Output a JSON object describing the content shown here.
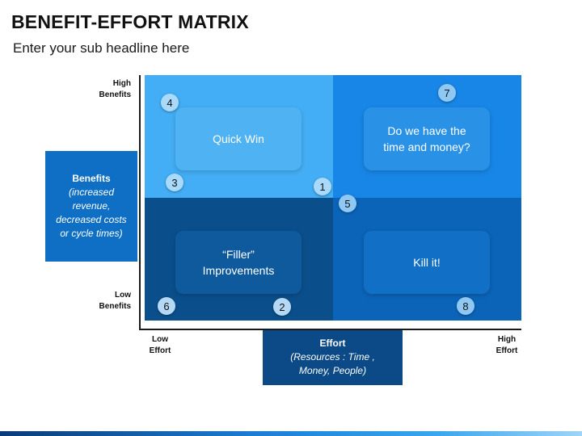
{
  "header": {
    "title": "BENEFIT-EFFORT MATRIX",
    "subtitle": "Enter your sub headline here"
  },
  "y_axis": {
    "top_label_line1": "High",
    "top_label_line2": "Benefits",
    "bottom_label_line1": "Low",
    "bottom_label_line2": "Benefits",
    "box_title": "Benefits",
    "box_desc_lines": [
      "(increased",
      "revenue,",
      "decreased costs",
      "or cycle times)"
    ]
  },
  "x_axis": {
    "left_label_line1": "Low",
    "left_label_line2": "Effort",
    "right_label_line1": "High",
    "right_label_line2": "Effort",
    "box_title": "Effort",
    "box_desc_lines": [
      "(Resources : Time ,",
      "Money, People)"
    ]
  },
  "quadrants": {
    "top_left": {
      "line1": "Quick Win",
      "line2": ""
    },
    "top_right": {
      "line1": "Do we have the",
      "line2": "time and money?"
    },
    "bottom_left": {
      "line1": "“Filler”",
      "line2": "Improvements"
    },
    "bottom_right": {
      "line1": "Kill it!",
      "line2": ""
    }
  },
  "markers": [
    "1",
    "2",
    "3",
    "4",
    "5",
    "6",
    "7",
    "8"
  ],
  "colors": {
    "top_left": "#43aef5",
    "top_right": "#1886e6",
    "bottom_left": "#0a4f8c",
    "bottom_right": "#0b64b8",
    "side_box": "#0e6fc5",
    "bottom_box": "#0b4a86"
  }
}
